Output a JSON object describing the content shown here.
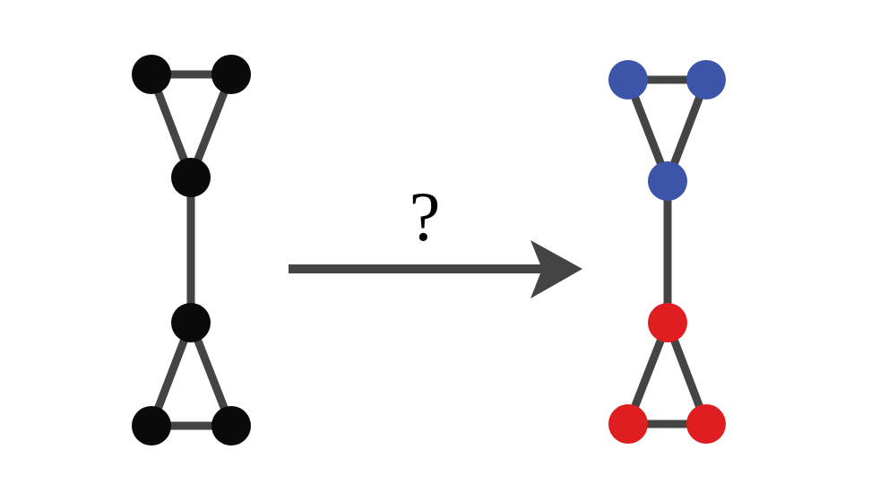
{
  "colors": {
    "background": "#ffffff",
    "edge": "#444444",
    "node_black": "#0a0a0a",
    "node_blue": "#3d55a8",
    "node_red": "#e01e22",
    "arrow": "#444444",
    "label": "#000000"
  },
  "arrow": {
    "label": "?"
  },
  "graphs": [
    {
      "name": "input-graph",
      "nodes": [
        {
          "id": "a1",
          "color": "node_black"
        },
        {
          "id": "a2",
          "color": "node_black"
        },
        {
          "id": "a3",
          "color": "node_black"
        },
        {
          "id": "a4",
          "color": "node_black"
        },
        {
          "id": "a5",
          "color": "node_black"
        },
        {
          "id": "a6",
          "color": "node_black"
        }
      ],
      "edges": [
        [
          "a1",
          "a2"
        ],
        [
          "a1",
          "a3"
        ],
        [
          "a2",
          "a3"
        ],
        [
          "a3",
          "a4"
        ],
        [
          "a4",
          "a5"
        ],
        [
          "a4",
          "a6"
        ],
        [
          "a5",
          "a6"
        ]
      ]
    },
    {
      "name": "output-graph",
      "nodes": [
        {
          "id": "b1",
          "color": "node_blue"
        },
        {
          "id": "b2",
          "color": "node_blue"
        },
        {
          "id": "b3",
          "color": "node_blue"
        },
        {
          "id": "b4",
          "color": "node_red"
        },
        {
          "id": "b5",
          "color": "node_red"
        },
        {
          "id": "b6",
          "color": "node_red"
        }
      ],
      "edges": [
        [
          "b1",
          "b2"
        ],
        [
          "b1",
          "b3"
        ],
        [
          "b2",
          "b3"
        ],
        [
          "b3",
          "b4"
        ],
        [
          "b4",
          "b5"
        ],
        [
          "b4",
          "b6"
        ],
        [
          "b5",
          "b6"
        ]
      ]
    }
  ]
}
